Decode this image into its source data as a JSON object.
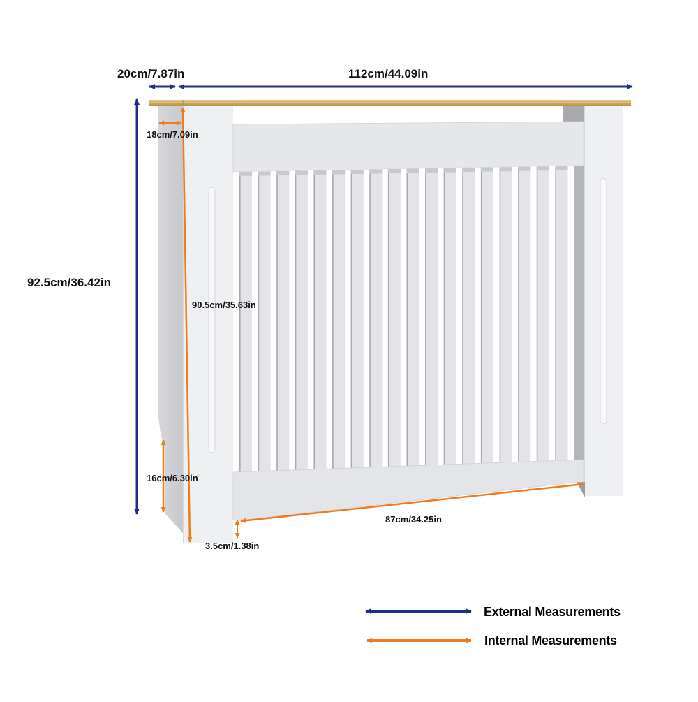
{
  "diagram": {
    "subject": "Radiator cover with wood-effect top and vertical slats",
    "colors": {
      "external": "#1f2f86",
      "internal": "#f07a1c",
      "top_wood": "#d2b06c",
      "panel": "#e8e9ec",
      "panel_shadow": "#c9cacd"
    },
    "external_measurements": {
      "depth": "20cm/7.87in",
      "width": "112cm/44.09in",
      "height": "92.5cm/36.42in"
    },
    "internal_measurements": {
      "depth": "18cm/7.09in",
      "height": "90.5cm/35.63in",
      "foot_height": "16cm/6.30in",
      "width": "87cm/34.25in",
      "bottom_clearance": "3.5cm/1.38in"
    },
    "legend": {
      "external_label": "External Measurements",
      "internal_label": "Internal Measurements"
    },
    "slat_count": 18
  }
}
